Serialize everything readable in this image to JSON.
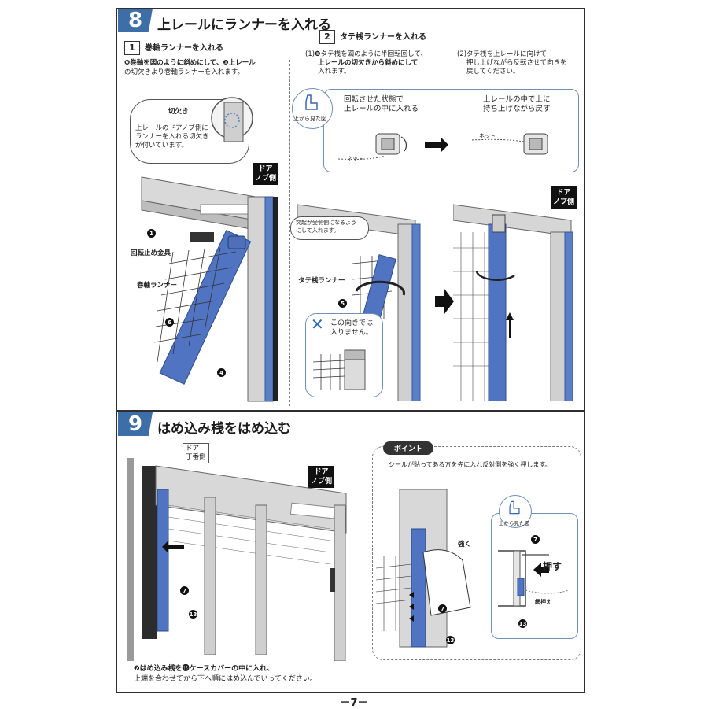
{
  "colors": {
    "accent_blue": "#3d6ea8",
    "runner_blue": "#4c6fc0",
    "frame": "#8a8a8a",
    "mesh": "#444444"
  },
  "step8": {
    "number": "8",
    "title": "上レールにランナーを入れる",
    "sub1": {
      "num": "1",
      "title": "巻軸ランナーを入れる",
      "text_l1": "❻巻軸を図のように斜めにして、❶上レール",
      "text_l2": "の切欠きより巻軸ランナーを入れます。",
      "bubble_title": "切欠き",
      "bubble_l1": "上レールのドアノブ側に",
      "bubble_l2": "ランナーを入れる切欠き",
      "bubble_l3": "が付いています。",
      "door_tag_l1": "ドア",
      "door_tag_l2": "ノブ側",
      "label_rail_num": "1",
      "label_stopper": "回転止め金具",
      "label_runner": "巻軸ランナー",
      "label_axis_num": "6",
      "label_frame_num": "4"
    },
    "sub2": {
      "num": "2",
      "title": "タテ桟ランナーを入れる",
      "note1_l1": "(1)❺タテ桟を図のように半回転回して、",
      "note1_l2": "上レールの切欠きから斜めにして",
      "note1_l3": "入れます。",
      "note2_l1": "(2)タテ桟を上レールに向けて",
      "note2_l2": "押し上げながら反転させて向きを",
      "note2_l3": "戻してください。",
      "view_label": "上から見た図",
      "panel_left_l1": "回転させた状態で",
      "panel_left_l2": "上レールの中に入れる",
      "panel_right_l1": "上レールの中で上に",
      "panel_right_l2": "持ち上げながら戻す",
      "net_label_a": "ネット",
      "net_label_b": "ネット",
      "bubble_note_l1": "突起が受側側になるよう",
      "bubble_note_l2": "にして入れます。",
      "label_runner": "タテ桟ランナー",
      "label_num": "5",
      "wrong_l1": "この向きでは",
      "wrong_l2": "入りません。",
      "door_tag_l1": "ドア",
      "door_tag_l2": "ノブ側"
    }
  },
  "step9": {
    "number": "9",
    "title": "はめ込み桟をはめ込む",
    "hinge_tag_l1": "ドア",
    "hinge_tag_l2": "丁番側",
    "door_tag_l1": "ドア",
    "door_tag_l2": "ノブ側",
    "label_7": "7",
    "label_13": "13",
    "caption_l1": "❼はめ込み桟を⓭ケースカバーの中に入れ、",
    "caption_l2": "上端を合わせてから下へ順にはめ込んでいってください。",
    "point": {
      "pill": "ポイント",
      "text": "シールが貼ってある方を先に入れ反対側を強く押します。",
      "strong": "強く",
      "push": "押す",
      "view_label": "上から見た図",
      "net_press": "網押え"
    }
  },
  "page_number": "－7－"
}
